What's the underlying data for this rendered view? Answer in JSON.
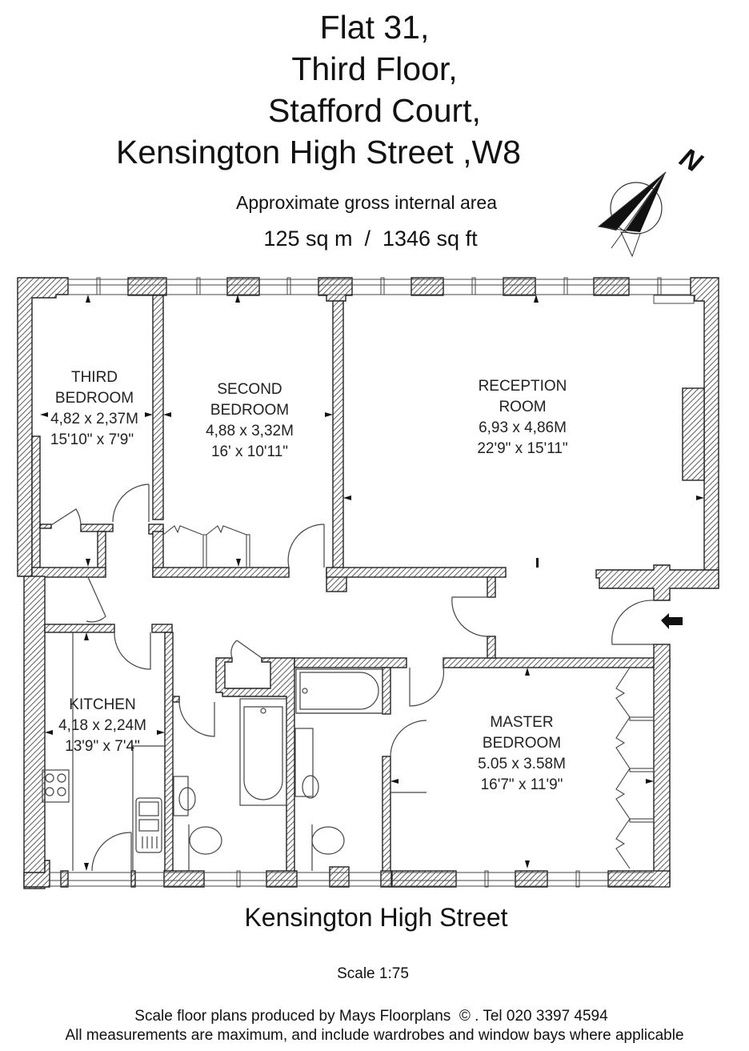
{
  "header": {
    "address_lines": [
      "Flat 31,",
      "Third Floor,",
      "Stafford Court,",
      "Kensington High Street ,W8"
    ],
    "area_caption": "Approximate gross internal area",
    "area_value": "125 sq m  /  1346 sq ft"
  },
  "compass": {
    "label": "N",
    "icon": "north-arrow-icon"
  },
  "rooms": [
    {
      "id": "third-bedroom",
      "name_lines": [
        "THIRD",
        "BEDROOM"
      ],
      "metric": "4,82 x 2,37M",
      "imperial": "15'10\" x 7'9\""
    },
    {
      "id": "second-bedroom",
      "name_lines": [
        "SECOND",
        "BEDROOM"
      ],
      "metric": "4,88 x 3,32M",
      "imperial": "16' x 10'11\""
    },
    {
      "id": "reception-room",
      "name_lines": [
        "RECEPTION",
        "ROOM"
      ],
      "metric": "6,93 x 4,86M",
      "imperial": "22'9\" x 15'11\""
    },
    {
      "id": "kitchen",
      "name_lines": [
        "KITCHEN"
      ],
      "metric": "4,18 x 2,24M",
      "imperial": "13'9\" x 7'4\""
    },
    {
      "id": "master-bedroom",
      "name_lines": [
        "MASTER",
        "BEDROOM"
      ],
      "metric": "5.05 x 3.58M",
      "imperial": "16'7\" x 11'9\""
    }
  ],
  "entrance": {
    "icon": "entrance-arrow-icon"
  },
  "street_label": "Kensington High Street",
  "scale": "Scale 1:75",
  "footer": {
    "credit": "Scale floor plans produced by Mays Floorplans  © . Tel 020 3397 4594",
    "disclaimer": "All measurements are maximum, and include wardrobes and window bays where applicable"
  }
}
